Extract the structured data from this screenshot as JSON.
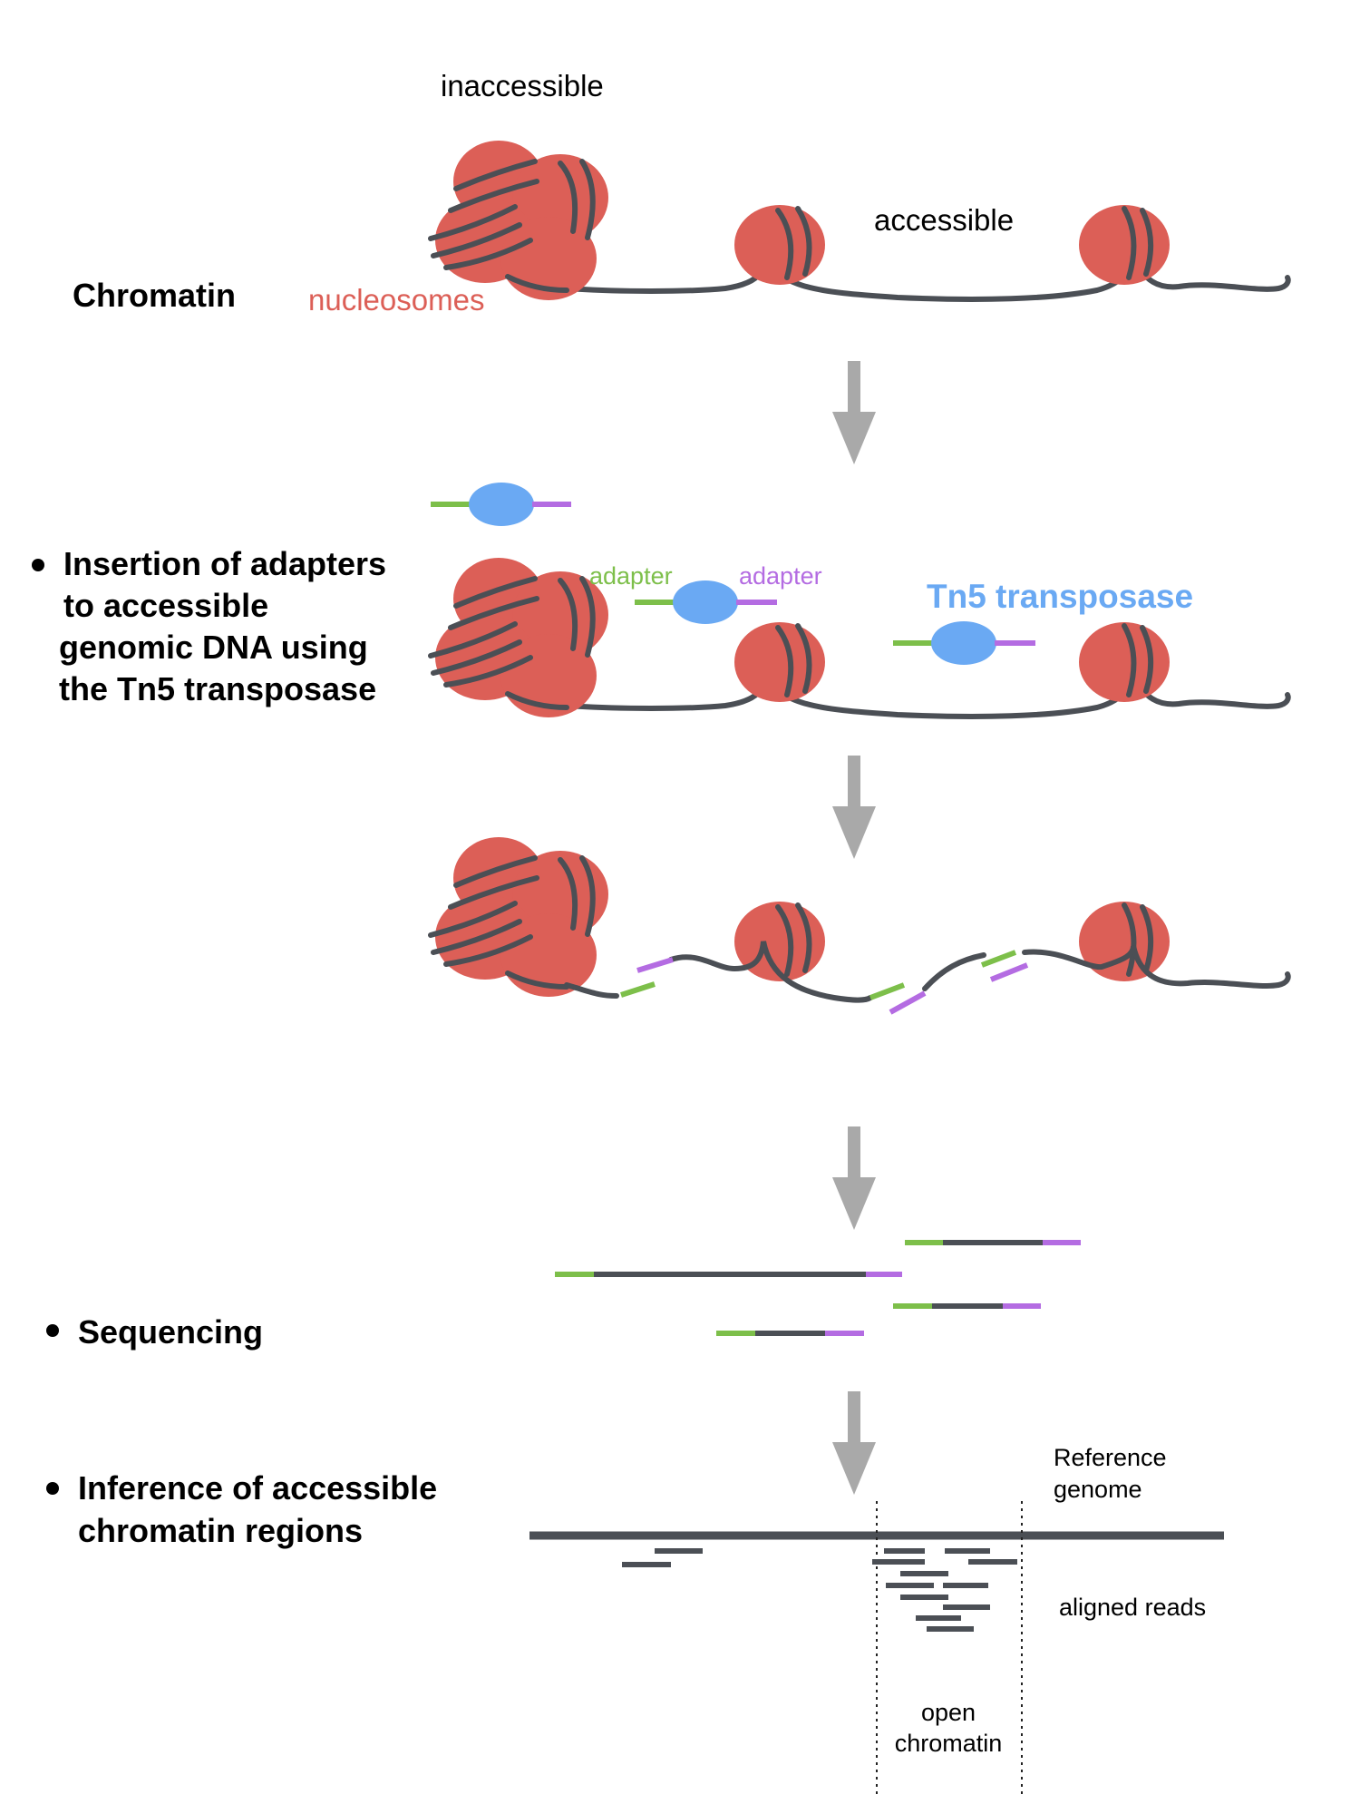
{
  "labels": {
    "inaccessible": "inaccessible",
    "accessible": "accessible",
    "chromatin": "Chromatin",
    "nucleosomes": "nucleosomes",
    "adapter_left": "adapter",
    "adapter_right": "adapter",
    "tn5": "Tn5 transposase",
    "reference_line1": "Reference",
    "reference_line2": "genome",
    "aligned_reads": "aligned reads",
    "open_line1": "open",
    "open_line2": "chromatin"
  },
  "steps": {
    "insertion": [
      "Insertion of adapters",
      "to accessible",
      "genomic DNA using",
      "the Tn5 transposase"
    ],
    "sequencing": "Sequencing",
    "inference": [
      "Inference of accessible",
      "chromatin regions"
    ]
  },
  "colors": {
    "nucleosome": "#dc5f57",
    "dna": "#4b4f55",
    "tn5": "#6aa9f3",
    "adapter_green": "#7dbf4a",
    "adapter_purple": "#b46ce2",
    "arrow": "#a9a9a9",
    "nucleosome_label": "#dc5f57",
    "tn5_label": "#6aa9f3"
  }
}
